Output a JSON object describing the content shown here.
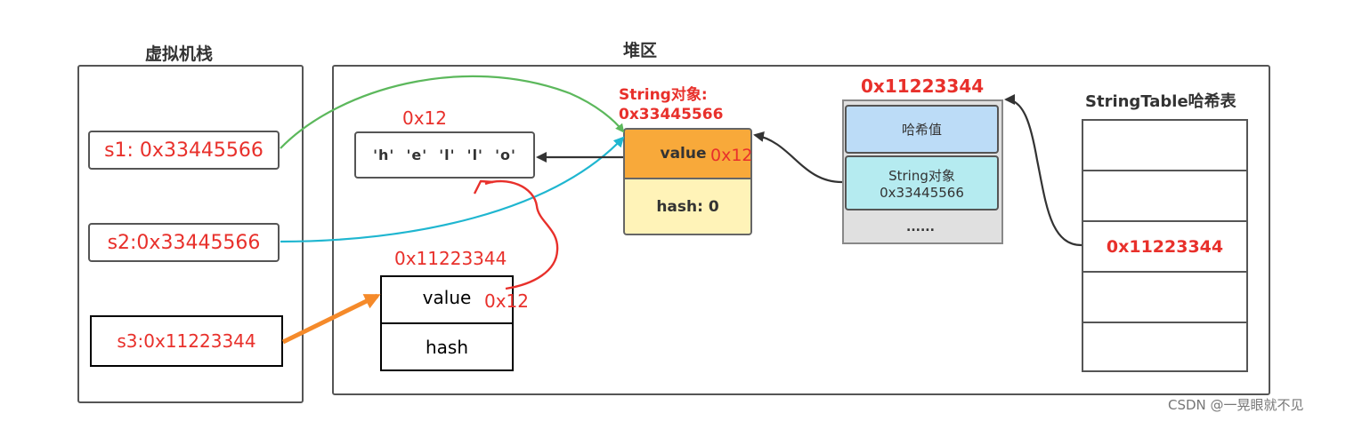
{
  "stack": {
    "title": "虚拟机栈",
    "s1": "s1: 0x33445566",
    "s2": "s2:0x33445566",
    "s3": "s3:0x11223344"
  },
  "heap": {
    "title": "堆区",
    "char_array": {
      "address": "0x12",
      "chars": "'h'  'e'  'l'  'l'  'o'"
    },
    "string_obj": {
      "label_line1": "String对象:",
      "label_line2": "0x33445566",
      "value_label": "value",
      "value_pointer": "0x12",
      "hash_label": "hash: 0"
    },
    "new_obj": {
      "address": "0x11223344",
      "value_label": "value",
      "value_pointer": "0x12",
      "hash_label": "hash"
    },
    "hash_entry": {
      "address": "0x11223344",
      "hash_value_label": "哈希值",
      "string_obj_line1": "String对象",
      "string_obj_line2": "0x33445566",
      "ellipsis": "......"
    },
    "string_table": {
      "title": "StringTable哈希表",
      "entry": "0x11223344"
    }
  },
  "watermark": "CSDN @一晃眼就不见",
  "colors": {
    "red": "#e8302b",
    "green_arrow": "#5cb85c",
    "cyan_arrow": "#1fb6d0",
    "orange_arrow": "#f58a2a",
    "value_fill": "#f8a93a",
    "hash_fill": "#fff3b8",
    "blue_fill": "#bcdcf7",
    "cyan_fill": "#b5ebf0",
    "gray_fill": "#e0e0e0"
  }
}
